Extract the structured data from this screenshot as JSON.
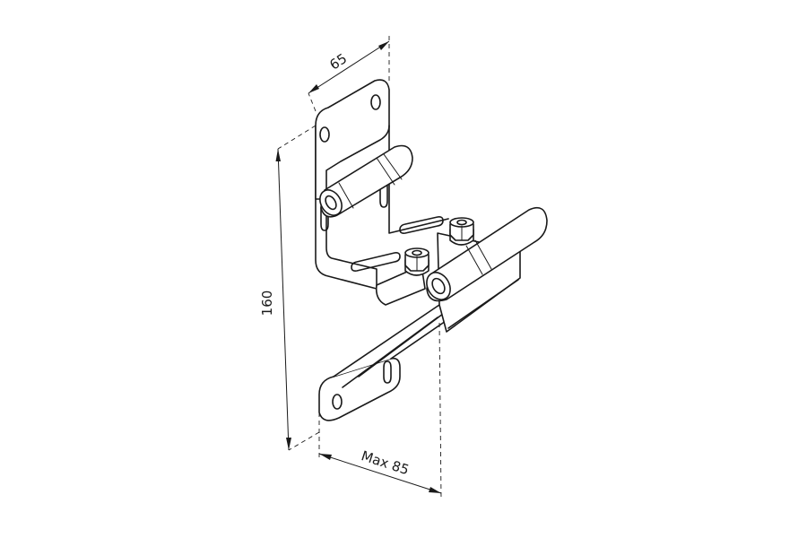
{
  "dimensions": {
    "width_label": "65",
    "height_label": "160",
    "projection_label": "Max 85"
  },
  "colors": {
    "line": "#1a1a1a",
    "background": "#ffffff"
  }
}
